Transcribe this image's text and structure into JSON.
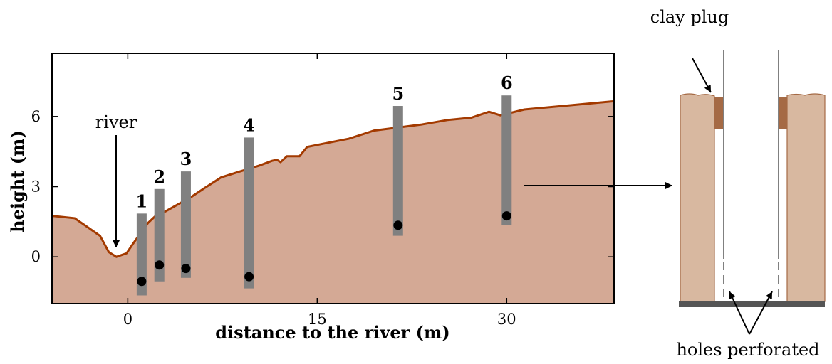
{
  "chart_data": {
    "type": "diagram",
    "xlabel": "distance to the river (m)",
    "ylabel": "height (m)",
    "xlim": [
      -6,
      38.5
    ],
    "ylim": [
      -2,
      8.7
    ],
    "xticks": [
      0,
      15,
      30
    ],
    "yticks": [
      0,
      3,
      6
    ],
    "river_label": "river",
    "river_x": -1,
    "terrain": [
      [
        -6,
        1.75
      ],
      [
        -4.2,
        1.65
      ],
      [
        -2.2,
        0.9
      ],
      [
        -1.5,
        0.2
      ],
      [
        -0.9,
        0.0
      ],
      [
        -0.1,
        0.15
      ],
      [
        0.4,
        0.55
      ],
      [
        1,
        1.0
      ],
      [
        1.6,
        1.45
      ],
      [
        2.2,
        1.75
      ],
      [
        3,
        1.95
      ],
      [
        4,
        2.25
      ],
      [
        5,
        2.55
      ],
      [
        6.1,
        2.95
      ],
      [
        7.4,
        3.4
      ],
      [
        8.9,
        3.65
      ],
      [
        10.4,
        3.9
      ],
      [
        11.4,
        4.1
      ],
      [
        11.8,
        4.15
      ],
      [
        12.1,
        4.05
      ],
      [
        12.6,
        4.3
      ],
      [
        13.6,
        4.3
      ],
      [
        14.2,
        4.7
      ],
      [
        15.6,
        4.85
      ],
      [
        17.5,
        5.05
      ],
      [
        19.5,
        5.4
      ],
      [
        21,
        5.5
      ],
      [
        23.2,
        5.65
      ],
      [
        25.3,
        5.85
      ],
      [
        27.2,
        5.95
      ],
      [
        28.6,
        6.2
      ],
      [
        29.5,
        6.05
      ],
      [
        31.4,
        6.3
      ],
      [
        38.5,
        6.65
      ]
    ],
    "wells": [
      {
        "label": "1",
        "x": 1.1,
        "top": 1.85,
        "bottom": -1.65,
        "sensor": -1.05
      },
      {
        "label": "2",
        "x": 2.5,
        "top": 2.9,
        "bottom": -1.05,
        "sensor": -0.35
      },
      {
        "label": "3",
        "x": 4.6,
        "top": 3.65,
        "bottom": -0.9,
        "sensor": -0.5
      },
      {
        "label": "4",
        "x": 9.6,
        "top": 5.1,
        "bottom": -1.35,
        "sensor": -0.85
      },
      {
        "label": "5",
        "x": 21.4,
        "top": 6.45,
        "bottom": 0.9,
        "sensor": 1.35
      },
      {
        "label": "6",
        "x": 30,
        "top": 6.9,
        "bottom": 1.35,
        "sensor": 1.75
      }
    ]
  },
  "detail": {
    "clay_plug_label": "clay plug",
    "holes_label": "holes perforated"
  },
  "colors": {
    "terrain_fill": "#d4a995",
    "terrain_line": "#a33a00",
    "well": "#808080",
    "inset_soil": "#d8b8a0",
    "clay_plug": "#a56a45",
    "base": "#555555"
  }
}
